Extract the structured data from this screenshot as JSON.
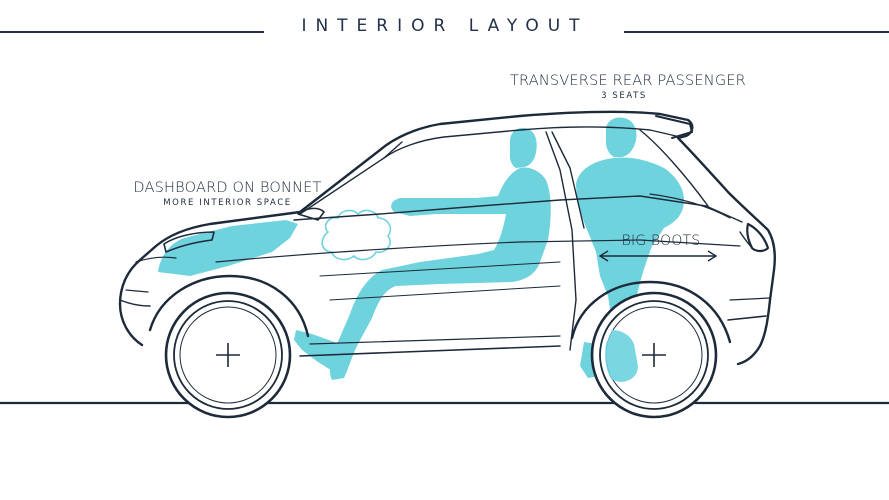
{
  "title": "INTERIOR LAYOUT",
  "labels": {
    "dashboard": {
      "main": "DASHBOARD ON BONNET",
      "sub": "MORE INTERIOR SPACE"
    },
    "rear_passenger": {
      "main": "TRANSVERSE REAR PASSENGER",
      "sub": "3 SEATS"
    },
    "boots": {
      "main": "BIG BOOTS"
    }
  },
  "colors": {
    "accent": "#6fd3dd",
    "line": "#1d2a3a",
    "background": "#ffffff"
  },
  "icons": [
    "front-wheel-hub-cross",
    "rear-wheel-hub-cross",
    "double-arrow-icon",
    "airbag-cloud-icon"
  ]
}
